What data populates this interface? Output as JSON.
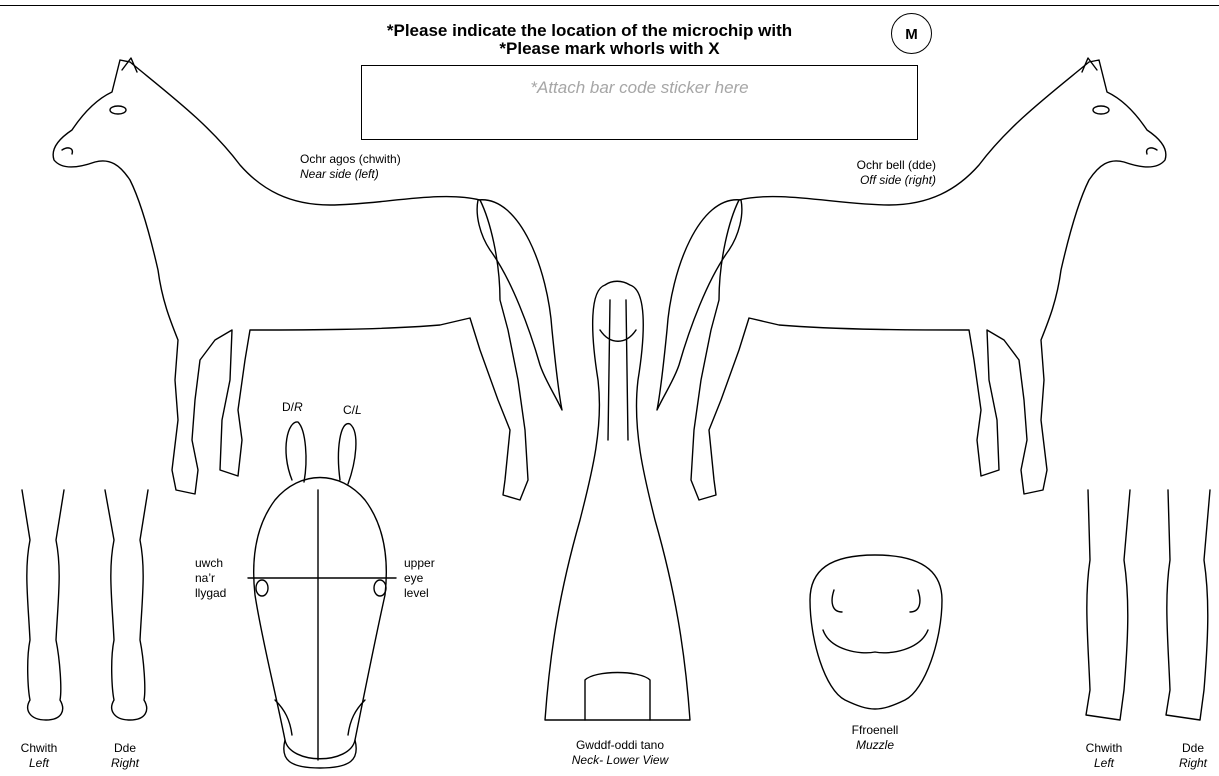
{
  "header": {
    "microchip_instruction": "*Please indicate the location of the microchip with",
    "microchip_symbol": "M",
    "whorls_instruction": "*Please mark whorls with X",
    "barcode_placeholder": "*Attach bar code sticker here"
  },
  "near_side": {
    "welsh": "Ochr agos (chwith)",
    "english": "Near side (left)"
  },
  "off_side": {
    "welsh": "Ochr bell (dde)",
    "english": "Off side (right)"
  },
  "head": {
    "right_mark": "D/",
    "right_mark_it": "R",
    "left_mark": "C/",
    "left_mark_it": "L",
    "eye_level_welsh": [
      "uwch",
      "na’r",
      "llygad"
    ],
    "eye_level_english": [
      "upper",
      "eye",
      "level"
    ]
  },
  "neck": {
    "welsh": "Gwddf-oddi tano",
    "english": "Neck- Lower View"
  },
  "muzzle": {
    "welsh": "Ffroenell",
    "english": "Muzzle"
  },
  "fore_legs": {
    "left_welsh": "Chwith",
    "left_english": "Left",
    "right_welsh": "Dde",
    "right_english": "Right"
  },
  "hind_legs": {
    "left_welsh": "Chwith",
    "left_english": "Left",
    "right_welsh": "Dde",
    "right_english": "Right"
  }
}
